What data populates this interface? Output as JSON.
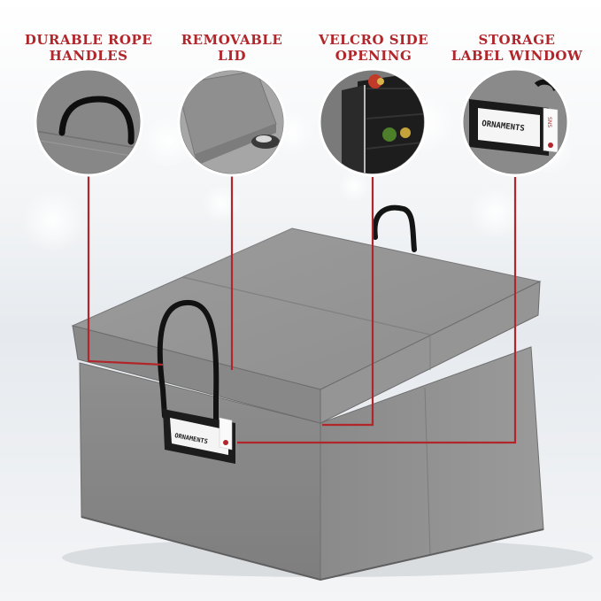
{
  "colors": {
    "accent": "#b0262a",
    "box_gray": "#8c8c8c",
    "background": "#eef0f2"
  },
  "features": [
    {
      "line1": "DURABLE ROPE",
      "line2": "HANDLES"
    },
    {
      "line1": "REMOVABLE",
      "line2": "LID"
    },
    {
      "line1": "VELCRO SIDE",
      "line2": "OPENING"
    },
    {
      "line1": "STORAGE",
      "line2": "LABEL WINDOW"
    }
  ],
  "label_card": {
    "text": "ORNAMENTS"
  },
  "brand": {
    "text": "SNS"
  }
}
